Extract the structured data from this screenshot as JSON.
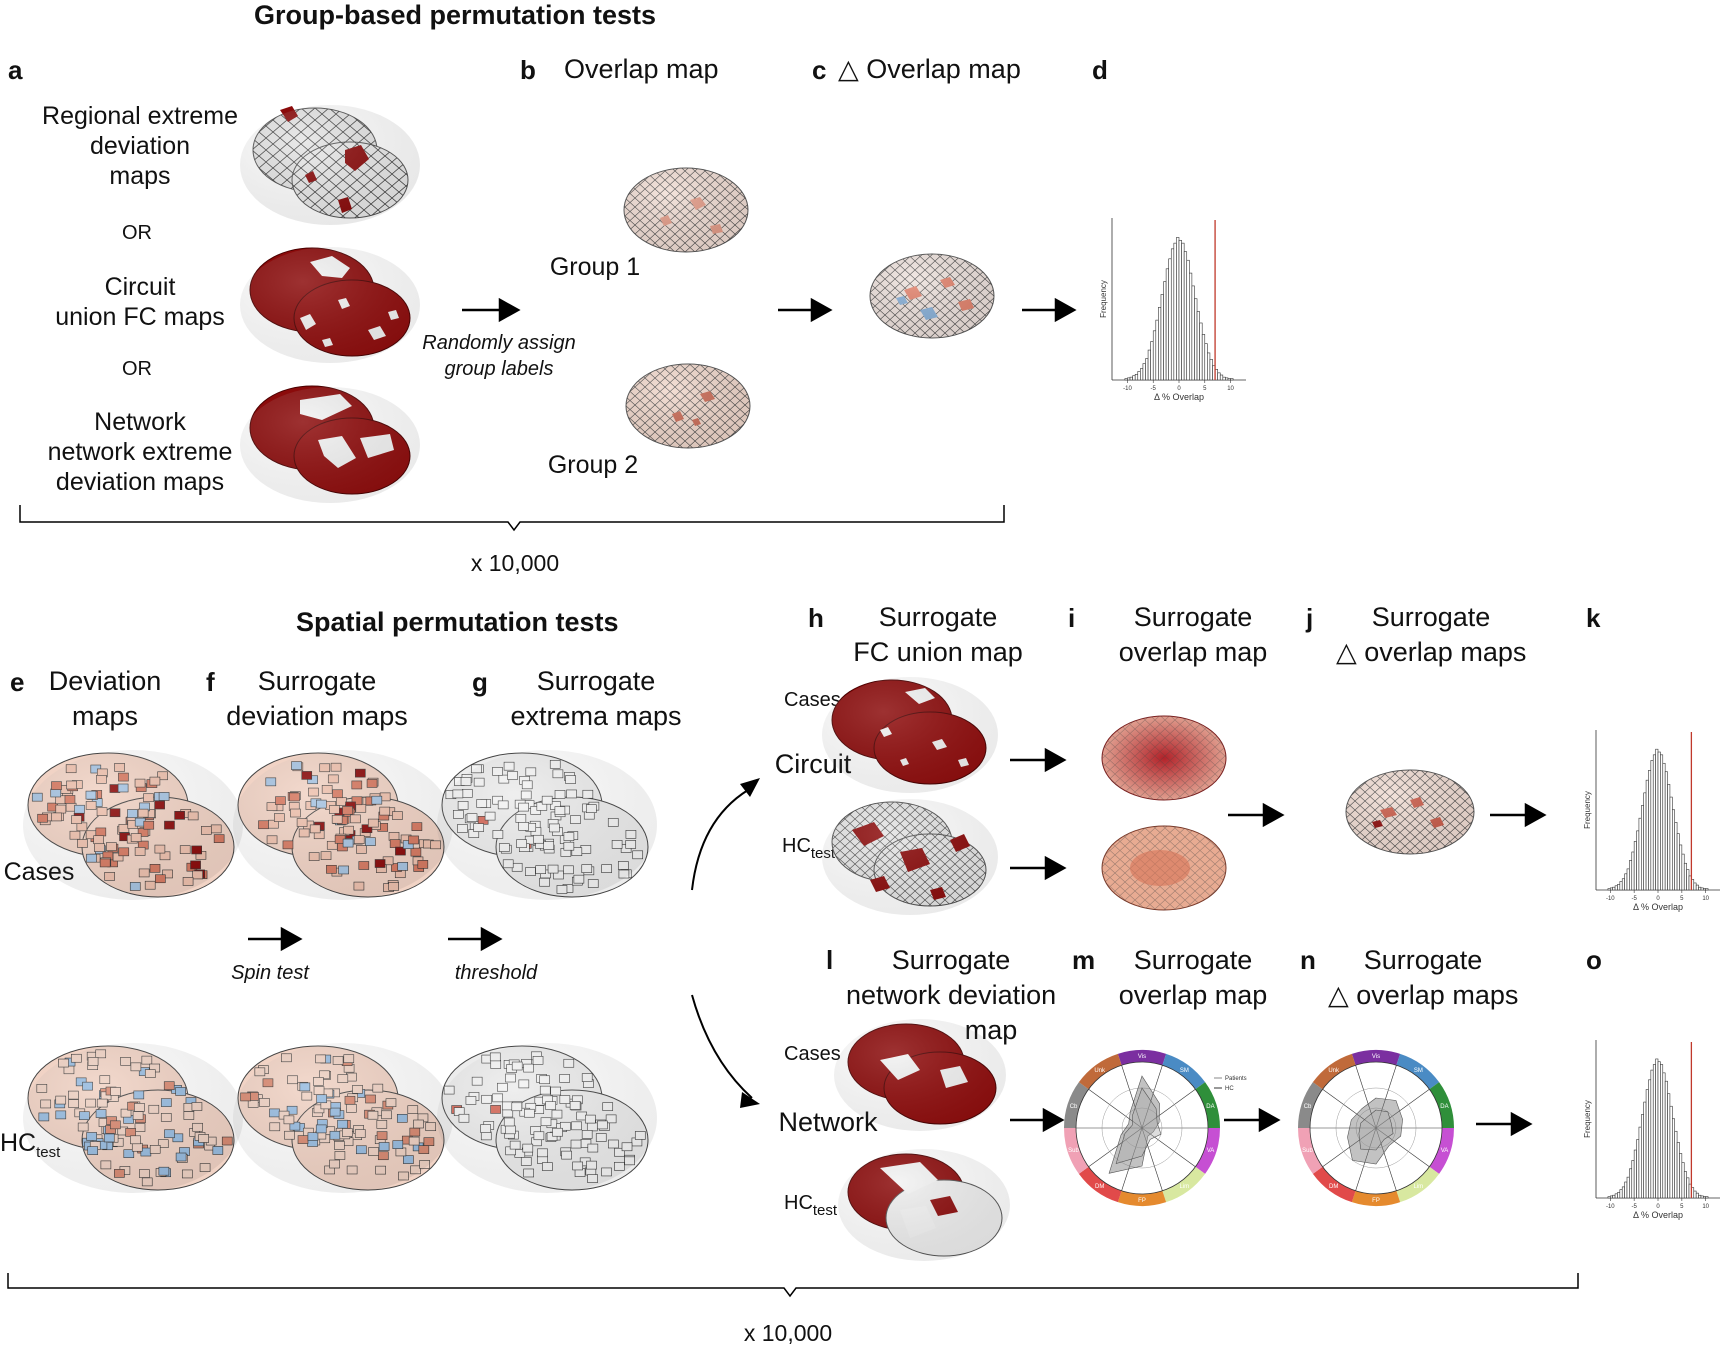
{
  "titles": {
    "group_based": "Group-based permutation tests",
    "spatial": "Spatial permutation tests"
  },
  "panels": {
    "a": "a",
    "b": {
      "letter": "b",
      "title": "Overlap map"
    },
    "c": {
      "letter": "c",
      "title": "△ Overlap map"
    },
    "d": "d",
    "e": {
      "letter": "e",
      "title_line1": "Deviation",
      "title_line2": "maps"
    },
    "f": {
      "letter": "f",
      "title_line1": "Surrogate",
      "title_line2": "deviation maps"
    },
    "g": {
      "letter": "g",
      "title_line1": "Surrogate",
      "title_line2": "extrema maps"
    },
    "h": {
      "letter": "h",
      "title_line1": "Surrogate",
      "title_line2": "FC union map"
    },
    "i": {
      "letter": "i",
      "title_line1": "Surrogate",
      "title_line2": "overlap map"
    },
    "j": {
      "letter": "j",
      "title_line1": "Surrogate",
      "title_line2": "△ overlap maps"
    },
    "k": "k",
    "l": {
      "letter": "l",
      "title_line1": "Surrogate",
      "title_line2": "network deviation",
      "title_line3": "map"
    },
    "m": {
      "letter": "m",
      "title_line1": "Surrogate",
      "title_line2": "overlap map"
    },
    "n": {
      "letter": "n",
      "title_line1": "Surrogate",
      "title_line2": "△ overlap maps"
    },
    "o": "o"
  },
  "left_labels": {
    "regional_1": "Regional extreme",
    "regional_2": "deviation",
    "regional_3": "maps",
    "or_1": "OR",
    "circuit_1": "Circuit",
    "circuit_2": "union FC maps",
    "or_2": "OR",
    "network_1": "Network",
    "network_2": "network extreme",
    "network_3": "deviation maps"
  },
  "group_labels": {
    "group1": "Group 1",
    "group2": "Group 2"
  },
  "randomly_assign": {
    "line1": "Randomly assign",
    "line2": "group labels"
  },
  "repeat_count": "x 10,000",
  "row_labels": {
    "cases": "Cases",
    "hc": "HC",
    "hc_sub": "test",
    "circuit": "Circuit",
    "network": "Network"
  },
  "step_labels": {
    "spin_test": "Spin test",
    "threshold": "threshold"
  },
  "histogram": {
    "ylabel": "Frequency",
    "xlabel": "Δ % Overlap",
    "ticks": [
      "-10",
      "-5",
      "0",
      "5",
      "10"
    ]
  },
  "radar": {
    "networks": [
      "Vis",
      "SM",
      "DA",
      "VA",
      "Lim",
      "FP",
      "DM",
      "Sub",
      "Cb",
      "Unk"
    ],
    "legend": [
      "Patients",
      "HC"
    ]
  },
  "colors": {
    "deep_red": "#8b0b0b",
    "mid_red": "#c0392b",
    "light_red": "#e8a58f",
    "blue": "#7fa9d3",
    "brain_gray": "#e3e3e3",
    "marker_line": "#c0392b"
  },
  "chart_data": [
    {
      "type": "bar",
      "panel": "d",
      "xlabel": "Δ % Overlap",
      "ylabel": "Frequency",
      "x": [
        -10,
        -9,
        -8,
        -7,
        -6,
        -5,
        -4,
        -3,
        -2,
        -1,
        0,
        1,
        2,
        3,
        4,
        5,
        6,
        7,
        8,
        9,
        10
      ],
      "values": [
        1,
        2,
        4,
        8,
        15,
        27,
        42,
        60,
        78,
        92,
        100,
        96,
        84,
        66,
        48,
        32,
        19,
        10,
        5,
        2,
        1
      ],
      "observed": 7
    }
  ]
}
